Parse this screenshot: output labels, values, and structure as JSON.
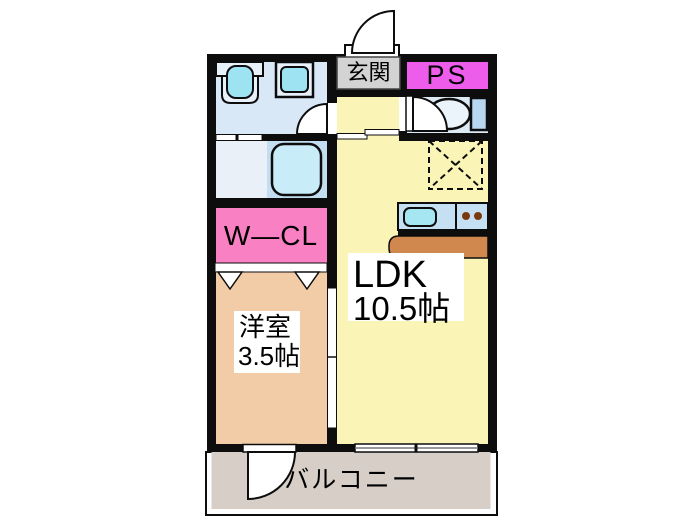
{
  "title": "1LDK apartment floor plan",
  "labels": {
    "genkan": "玄関",
    "ps": "PS",
    "wcl": "W—CL",
    "ldk_name": "LDK",
    "ldk_size": "10.5帖",
    "youshitsu_name": "洋室",
    "youshitsu_size": "3.5帖",
    "balcony": "バルコニー"
  },
  "colors": {
    "wall": "#0d0d0d",
    "ldk_fill": "#faf5b6",
    "youshitsu_fill": "#f2cca6",
    "wcl_fill": "#f980c2",
    "ps_fill": "#ee5cec",
    "washroom_fill": "#d8e8f6",
    "bath_fill": "#eaf0f8",
    "bath_panel_fill": "#c4def1",
    "toilet_room_fill": "#dceaf6",
    "balcony_fill": "#d6cec7",
    "genkan_label_bg": "#d3d3d3",
    "fixture_cyan": "#9ee3f1",
    "tub_fill": "#c8edf8",
    "counter_blue": "#c5e0f2",
    "sink_cyan": "#a5e6f2",
    "counter_brown": "#d0884e",
    "burner_brown": "#7a3a10",
    "tank_blue": "#b7d7f1",
    "vanity_fill": "#e8f0f9",
    "toilet_bowl_fill": "#ebf3fb"
  }
}
